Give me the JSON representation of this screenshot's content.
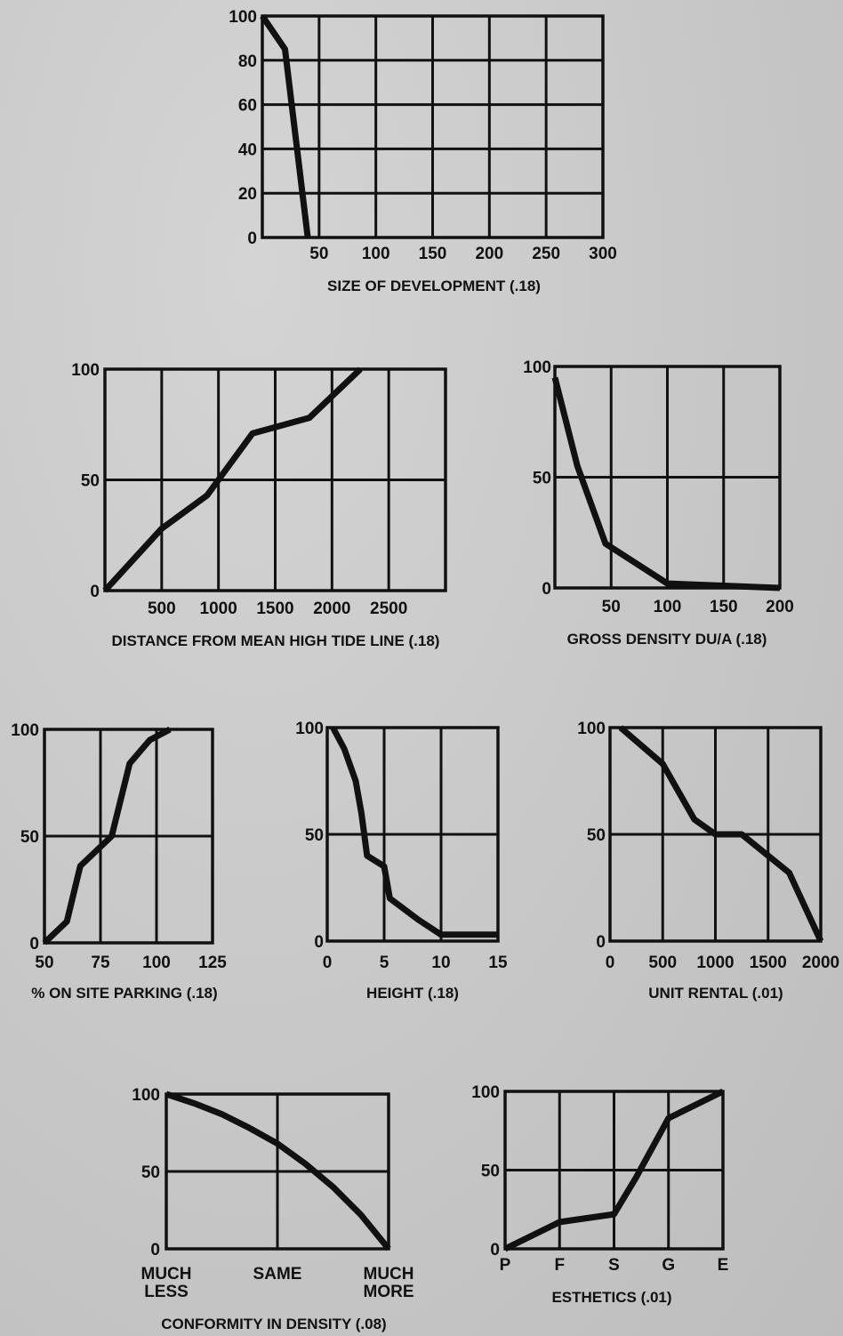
{
  "figure": {
    "background": "#c9c9c9",
    "ink": "#111111"
  },
  "chart_data": [
    {
      "type": "line",
      "xlabel": "SIZE OF DEVELOPMENT (.18)",
      "ylabel": "",
      "xlim": [
        0,
        300
      ],
      "ylim": [
        0,
        100
      ],
      "x_ticks": [
        {
          "v": 50,
          "label": "50"
        },
        {
          "v": 100,
          "label": "100"
        },
        {
          "v": 150,
          "label": "150"
        },
        {
          "v": 200,
          "label": "200"
        },
        {
          "v": 250,
          "label": "250"
        },
        {
          "v": 300,
          "label": "300"
        }
      ],
      "y_ticks": [
        {
          "v": 0,
          "label": "0"
        },
        {
          "v": 20,
          "label": "20"
        },
        {
          "v": 40,
          "label": "40"
        },
        {
          "v": 60,
          "label": "60"
        },
        {
          "v": 80,
          "label": "80"
        },
        {
          "v": 100,
          "label": "100"
        }
      ],
      "grid": {
        "x": [
          50,
          100,
          150,
          200,
          250
        ],
        "y": [
          20,
          40,
          60,
          80
        ]
      },
      "series": [
        {
          "x": [
            0,
            20,
            40
          ],
          "y": [
            100,
            85,
            0
          ]
        }
      ]
    },
    {
      "type": "line",
      "xlabel": "DISTANCE FROM MEAN HIGH TIDE LINE (.18)",
      "ylabel": "",
      "xlim": [
        0,
        3000
      ],
      "ylim": [
        0,
        100
      ],
      "x_ticks": [
        {
          "v": 500,
          "label": "500"
        },
        {
          "v": 1000,
          "label": "1000"
        },
        {
          "v": 1500,
          "label": "1500"
        },
        {
          "v": 2000,
          "label": "2000"
        },
        {
          "v": 2500,
          "label": "2500"
        }
      ],
      "y_ticks": [
        {
          "v": 0,
          "label": "0"
        },
        {
          "v": 50,
          "label": "50"
        },
        {
          "v": 100,
          "label": "100"
        }
      ],
      "grid": {
        "x": [
          500,
          1000,
          1500,
          2000,
          2500
        ],
        "y": [
          50
        ]
      },
      "series": [
        {
          "x": [
            0,
            500,
            900,
            1300,
            1800,
            2250
          ],
          "y": [
            0,
            28,
            43,
            71,
            78,
            100
          ]
        }
      ]
    },
    {
      "type": "line",
      "xlabel": "GROSS DENSITY DU/A (.18)",
      "ylabel": "",
      "xlim": [
        0,
        200
      ],
      "ylim": [
        0,
        100
      ],
      "x_ticks": [
        {
          "v": 50,
          "label": "50"
        },
        {
          "v": 100,
          "label": "100"
        },
        {
          "v": 150,
          "label": "150"
        },
        {
          "v": 200,
          "label": "200"
        }
      ],
      "y_ticks": [
        {
          "v": 0,
          "label": "0"
        },
        {
          "v": 50,
          "label": "50"
        },
        {
          "v": 100,
          "label": "100"
        }
      ],
      "grid": {
        "x": [
          50,
          100,
          150
        ],
        "y": [
          50
        ]
      },
      "series": [
        {
          "x": [
            0,
            20,
            45,
            100,
            150,
            200
          ],
          "y": [
            95,
            55,
            20,
            2,
            1,
            0
          ]
        }
      ]
    },
    {
      "type": "line",
      "xlabel": "% ON SITE PARKING (.18)",
      "ylabel": "",
      "xlim": [
        50,
        125
      ],
      "ylim": [
        0,
        100
      ],
      "x_ticks": [
        {
          "v": 50,
          "label": "50"
        },
        {
          "v": 75,
          "label": "75"
        },
        {
          "v": 100,
          "label": "100"
        },
        {
          "v": 125,
          "label": "125"
        }
      ],
      "y_ticks": [
        {
          "v": 0,
          "label": "0"
        },
        {
          "v": 50,
          "label": "50"
        },
        {
          "v": 100,
          "label": "100"
        }
      ],
      "grid": {
        "x": [
          75,
          100
        ],
        "y": [
          50
        ]
      },
      "series": [
        {
          "x": [
            50,
            60,
            66,
            80,
            88,
            97,
            106
          ],
          "y": [
            0,
            10,
            36,
            50,
            84,
            95,
            100
          ]
        }
      ]
    },
    {
      "type": "line",
      "xlabel": "HEIGHT (.18)",
      "ylabel": "",
      "xlim": [
        0,
        15
      ],
      "ylim": [
        0,
        100
      ],
      "x_ticks": [
        {
          "v": 0,
          "label": "0"
        },
        {
          "v": 5,
          "label": "5"
        },
        {
          "v": 10,
          "label": "10"
        },
        {
          "v": 15,
          "label": "15"
        }
      ],
      "y_ticks": [
        {
          "v": 0,
          "label": "0"
        },
        {
          "v": 50,
          "label": "50"
        },
        {
          "v": 100,
          "label": "100"
        }
      ],
      "grid": {
        "x": [
          5,
          10
        ],
        "y": [
          50
        ]
      },
      "series": [
        {
          "x": [
            0.5,
            1.5,
            2.5,
            3,
            3.5,
            5,
            5.5,
            8,
            10,
            15
          ],
          "y": [
            100,
            90,
            75,
            60,
            40,
            35,
            20,
            10,
            3,
            3
          ]
        }
      ]
    },
    {
      "type": "line",
      "xlabel": "UNIT RENTAL (.01)",
      "ylabel": "",
      "xlim": [
        0,
        2000
      ],
      "ylim": [
        0,
        100
      ],
      "x_ticks": [
        {
          "v": 0,
          "label": "0"
        },
        {
          "v": 500,
          "label": "500"
        },
        {
          "v": 1000,
          "label": "1000"
        },
        {
          "v": 1500,
          "label": "1500"
        },
        {
          "v": 2000,
          "label": "2000"
        }
      ],
      "y_ticks": [
        {
          "v": 0,
          "label": "0"
        },
        {
          "v": 50,
          "label": "50"
        },
        {
          "v": 100,
          "label": "100"
        }
      ],
      "grid": {
        "x": [
          500,
          1000,
          1500
        ],
        "y": [
          50
        ]
      },
      "series": [
        {
          "x": [
            100,
            500,
            800,
            1000,
            1250,
            1500,
            1700,
            2000
          ],
          "y": [
            100,
            83,
            57,
            50,
            50,
            40,
            32,
            0
          ]
        }
      ]
    },
    {
      "type": "line",
      "xlabel": "CONFORMITY IN DENSITY (.08)",
      "ylabel": "",
      "xlim": [
        0,
        2
      ],
      "ylim": [
        0,
        100
      ],
      "x_ticks": [
        {
          "v": 0,
          "label": "MUCH LESS"
        },
        {
          "v": 1,
          "label": "SAME"
        },
        {
          "v": 2,
          "label": "MUCH MORE"
        }
      ],
      "y_ticks": [
        {
          "v": 0,
          "label": "0"
        },
        {
          "v": 50,
          "label": "50"
        },
        {
          "v": 100,
          "label": "100"
        }
      ],
      "grid": {
        "x": [
          1
        ],
        "y": [
          50
        ]
      },
      "series": [
        {
          "x": [
            0,
            0.25,
            0.5,
            0.75,
            1,
            1.25,
            1.5,
            1.75,
            2
          ],
          "y": [
            100,
            94,
            87,
            78,
            68,
            55,
            40,
            22,
            0
          ]
        }
      ]
    },
    {
      "type": "line",
      "xlabel": "ESTHETICS (.01)",
      "ylabel": "",
      "xlim": [
        0,
        4
      ],
      "ylim": [
        0,
        100
      ],
      "x_ticks": [
        {
          "v": 0,
          "label": "P"
        },
        {
          "v": 1,
          "label": "F"
        },
        {
          "v": 2,
          "label": "S"
        },
        {
          "v": 3,
          "label": "G"
        },
        {
          "v": 4,
          "label": "E"
        }
      ],
      "y_ticks": [
        {
          "v": 0,
          "label": "0"
        },
        {
          "v": 50,
          "label": "50"
        },
        {
          "v": 100,
          "label": "100"
        }
      ],
      "grid": {
        "x": [
          1,
          2,
          3
        ],
        "y": [
          50
        ]
      },
      "series": [
        {
          "x": [
            0,
            1,
            2,
            2.4,
            3,
            4
          ],
          "y": [
            0,
            17,
            22,
            45,
            83,
            100
          ]
        }
      ]
    }
  ]
}
